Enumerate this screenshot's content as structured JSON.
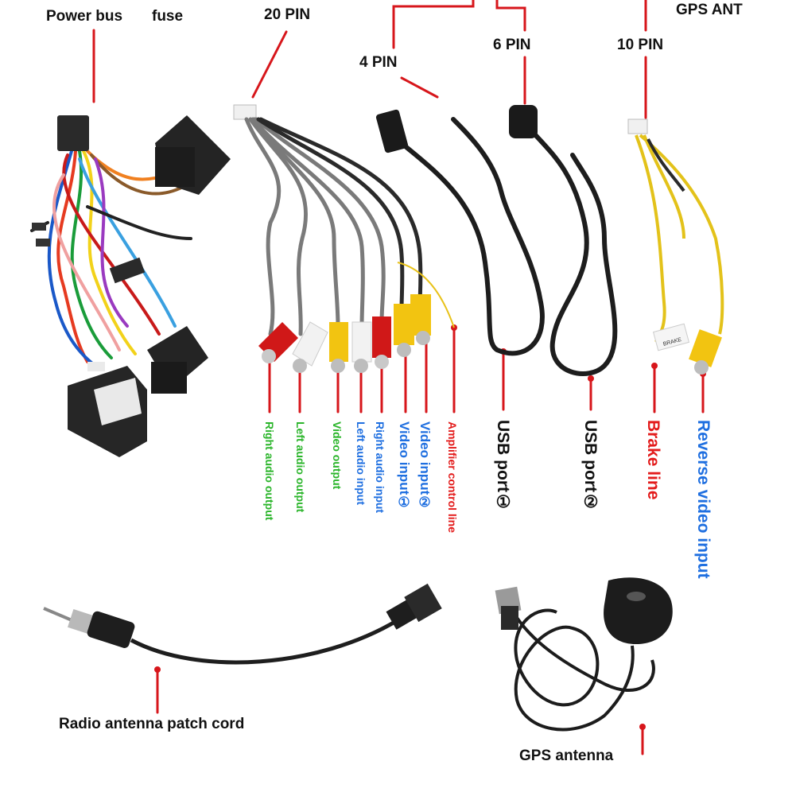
{
  "labels": {
    "power_bus": "Power bus",
    "fuse": "fuse",
    "pin20": "20 PIN",
    "pin4": "4 PIN",
    "pin6": "6 PIN",
    "pin10": "10 PIN",
    "gps_ant": "GPS ANT",
    "right_audio_output": "Right audio output",
    "left_audio_output": "Left audio output",
    "video_output": "Video output",
    "left_audio_input": "Left audio input",
    "right_audio_input": "Right audio input",
    "video_input_1": "Video input①",
    "video_input_2": "Video input②",
    "amplifier_control_line": "Amplifier control line",
    "usb_port_1": "USB port①",
    "usb_port_2": "USB port②",
    "brake_line": "Brake line",
    "reverse_video_input": "Reverse video input",
    "radio_antenna_patch_cord": "Radio antenna patch cord",
    "gps_antenna": "GPS antenna",
    "brake_tag": "BRAKE"
  },
  "colors": {
    "leader": "#d7161b",
    "green": "#2bb52b",
    "blue": "#1f6fe0",
    "red": "#e31b1b",
    "black": "#111111"
  }
}
